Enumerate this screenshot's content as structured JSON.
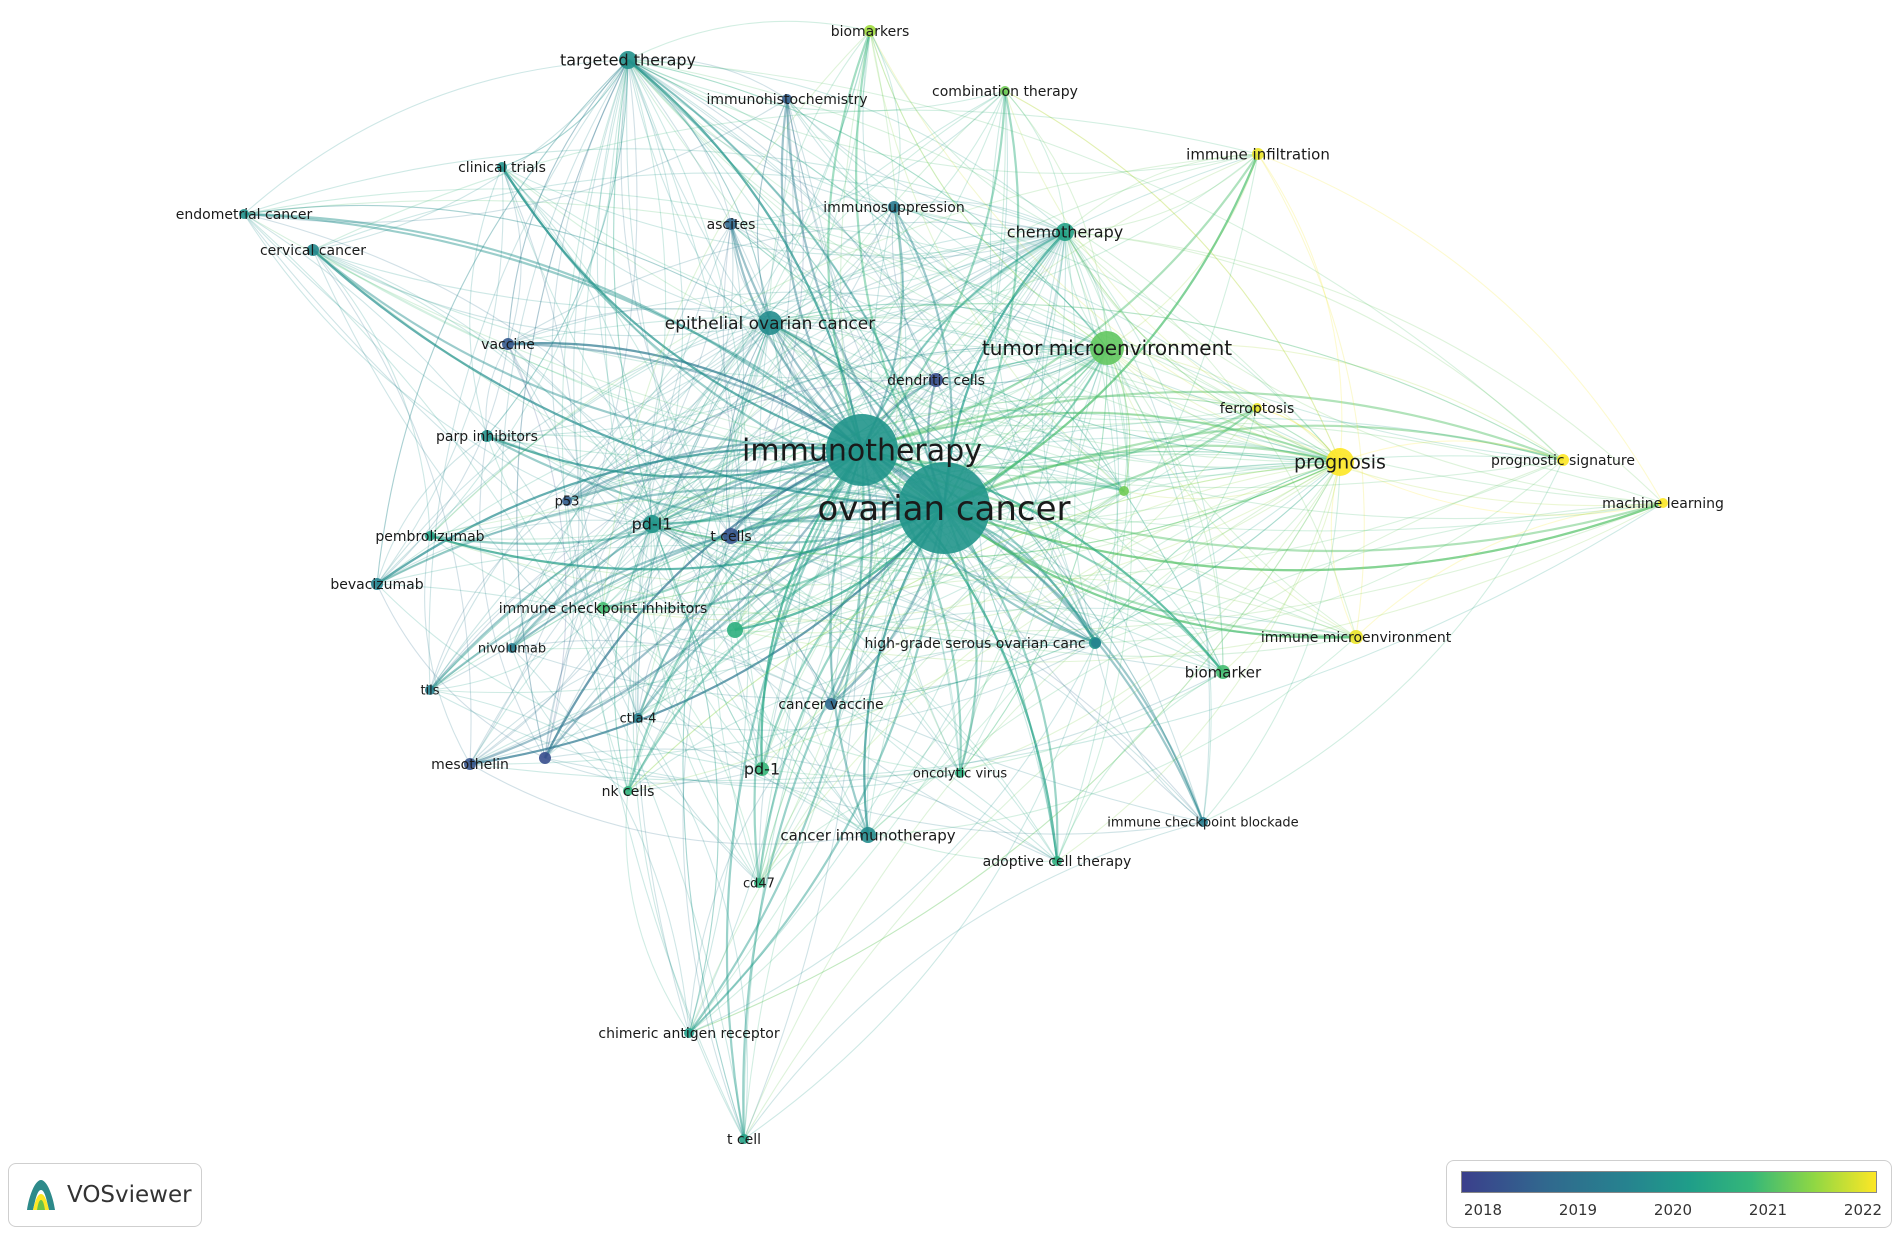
{
  "app": {
    "logo_text": "VOSviewer",
    "logo_icon": "vosviewer-logo-icon"
  },
  "legend": {
    "ticks": [
      "2018",
      "2019",
      "2020",
      "2021",
      "2022"
    ],
    "range": [
      2018,
      2022
    ],
    "colors": [
      "#3b3f8c",
      "#31688e",
      "#26838f",
      "#1f9e89",
      "#35b779",
      "#8fd744",
      "#fde725"
    ]
  },
  "network": {
    "nodes": [
      {
        "id": "ovarian-cancer",
        "label": "ovarian cancer",
        "year": 2020.0
      },
      {
        "id": "immunotherapy",
        "label": "immunotherapy",
        "year": 2020.0
      },
      {
        "id": "tumor-microenvironment",
        "label": "tumor microenvironment",
        "year": 2021.1
      },
      {
        "id": "prognosis",
        "label": "prognosis",
        "year": 2022.0
      },
      {
        "id": "epithelial-ovarian-cancer",
        "label": "epithelial ovarian cancer",
        "year": 2019.8
      },
      {
        "id": "chemotherapy",
        "label": "chemotherapy",
        "year": 2020.3
      },
      {
        "id": "targeted-therapy",
        "label": "targeted therapy",
        "year": 2019.9
      },
      {
        "id": "biomarkers",
        "label": "biomarkers",
        "year": 2021.5
      },
      {
        "id": "combination-therapy",
        "label": "combination therapy",
        "year": 2021.2
      },
      {
        "id": "immunohistochemistry",
        "label": "immunohistochemistry",
        "year": 2018.6
      },
      {
        "id": "immune-infiltration",
        "label": "immune infiltration",
        "year": 2021.9
      },
      {
        "id": "clinical-trials",
        "label": "clinical trials",
        "year": 2019.9
      },
      {
        "id": "immunosuppression",
        "label": "immunosuppression",
        "year": 2019.3
      },
      {
        "id": "ascites",
        "label": "ascites",
        "year": 2018.8
      },
      {
        "id": "endometrial-cancer",
        "label": "endometrial cancer",
        "year": 2019.9
      },
      {
        "id": "cervical-cancer",
        "label": "cervical cancer",
        "year": 2019.7
      },
      {
        "id": "vaccine",
        "label": "vaccine",
        "year": 2018.5
      },
      {
        "id": "dendritic-cells",
        "label": "dendritic cells",
        "year": 2018.3
      },
      {
        "id": "ferroptosis",
        "label": "ferroptosis",
        "year": 2021.9
      },
      {
        "id": "prognostic-signature",
        "label": "prognostic signature",
        "year": 2022.0
      },
      {
        "id": "machine-learning",
        "label": "machine learning",
        "year": 2022.0
      },
      {
        "id": "parp-inhibitors",
        "label": "parp inhibitors",
        "year": 2019.9
      },
      {
        "id": "p53",
        "label": "p53",
        "year": 2018.6
      },
      {
        "id": "pd-l1",
        "label": "pd-l1",
        "year": 2020.0
      },
      {
        "id": "t-cells",
        "label": "t cells",
        "year": 2018.4
      },
      {
        "id": "pembrolizumab",
        "label": "pembrolizumab",
        "year": 2020.3
      },
      {
        "id": "bevacizumab",
        "label": "bevacizumab",
        "year": 2019.6
      },
      {
        "id": "immune-checkpoint-inhibitors",
        "label": "immune checkpoint inhibitors",
        "year": 2020.9
      },
      {
        "id": "nivolumab",
        "label": "nivolumab",
        "year": 2019.4
      },
      {
        "id": "high-grade-serous",
        "label": "high-grade serous ovarian canc",
        "year": 2020.0
      },
      {
        "id": "immune-microenvironment",
        "label": "immune microenvironment",
        "year": 2021.9
      },
      {
        "id": "biomarker",
        "label": "biomarker",
        "year": 2020.9
      },
      {
        "id": "tils",
        "label": "tils",
        "year": 2019.5
      },
      {
        "id": "cancer-vaccine",
        "label": "cancer vaccine",
        "year": 2018.8
      },
      {
        "id": "ctla-4",
        "label": "ctla-4",
        "year": 2019.5
      },
      {
        "id": "mesothelin",
        "label": "mesothelin",
        "year": 2018.4
      },
      {
        "id": "pd-1",
        "label": "pd-1",
        "year": 2020.8
      },
      {
        "id": "oncolytic-virus",
        "label": "oncolytic virus",
        "year": 2020.6
      },
      {
        "id": "nk-cells",
        "label": "nk cells",
        "year": 2020.7
      },
      {
        "id": "immune-checkpoint-blockade",
        "label": "immune checkpoint blockade",
        "year": 2019.4
      },
      {
        "id": "cancer-immunotherapy",
        "label": "cancer immunotherapy",
        "year": 2019.8
      },
      {
        "id": "adoptive-cell-therapy",
        "label": "adoptive cell therapy",
        "year": 2020.6
      },
      {
        "id": "cd47",
        "label": "cd47",
        "year": 2020.7
      },
      {
        "id": "chimeric-antigen-receptor",
        "label": "chimeric antigen receptor",
        "year": 2020.2
      },
      {
        "id": "t-cell",
        "label": "t cell",
        "year": 2020.3
      },
      {
        "id": "unlabeled-1",
        "label": "",
        "year": 2020.6
      },
      {
        "id": "unlabeled-2",
        "label": "",
        "year": 2018.3
      },
      {
        "id": "unlabeled-3",
        "label": "",
        "year": 2021.2
      },
      {
        "id": "unlabeled-4",
        "label": "",
        "year": 2019.6
      }
    ]
  }
}
